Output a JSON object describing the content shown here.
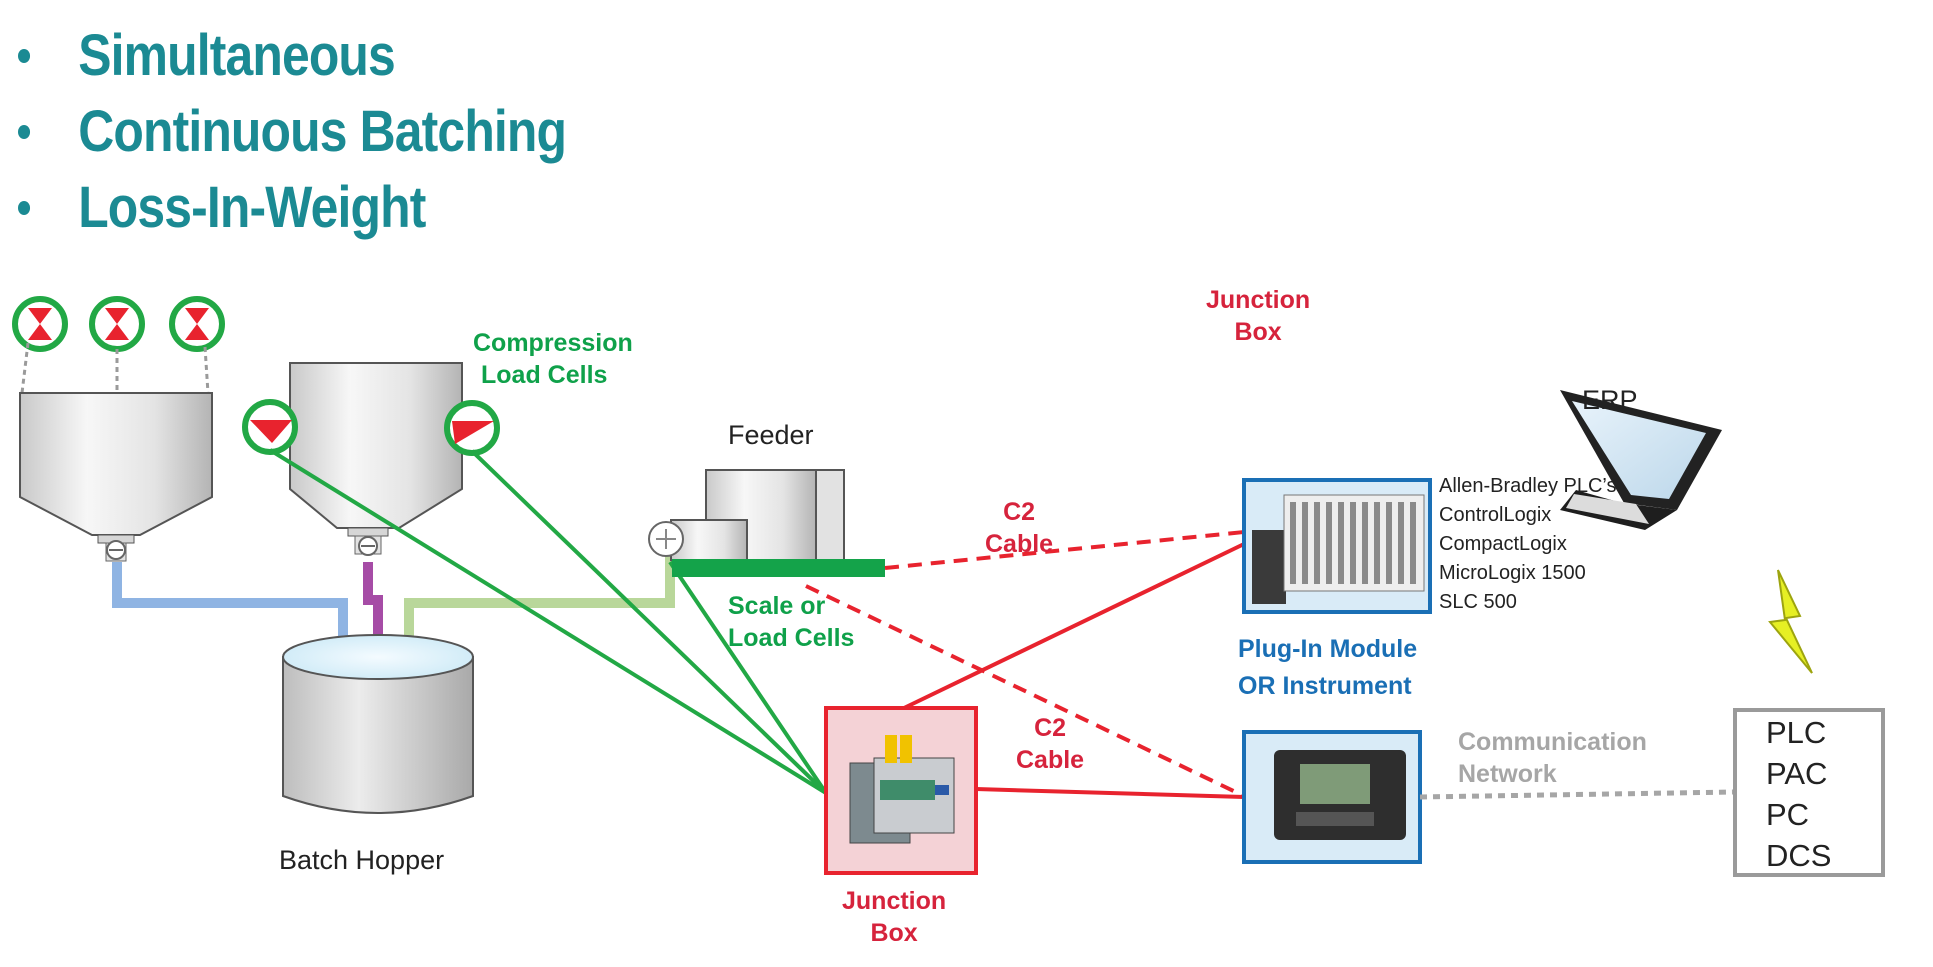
{
  "bullets": [
    "Simultaneous",
    "Continuous Batching",
    "Loss-In-Weight"
  ],
  "labels": {
    "compression_load_cells": [
      "Compression",
      "Load Cells"
    ],
    "feeder": "Feeder",
    "scale_load_cells": [
      "Scale or",
      "Load Cells"
    ],
    "batch_hopper": "Batch Hopper",
    "junction_box_top": [
      "Junction",
      "Box"
    ],
    "junction_box_bottom": [
      "Junction",
      "Box"
    ],
    "c2_cable_top": [
      "C2",
      "Cable"
    ],
    "c2_cable_mid": [
      "C2",
      "Cable"
    ],
    "plug_in_module": [
      "Plug-In Module",
      "OR Instrument"
    ],
    "communication_network": [
      "Communication",
      "Network"
    ],
    "erp": "ERP"
  },
  "plc_list": [
    "Allen-Bradley PLC’s",
    "ControlLogix",
    "CompactLogix",
    "MicroLogix 1500",
    "SLC 500"
  ],
  "system_list": [
    "PLC",
    "PAC",
    "PC",
    "DCS"
  ],
  "colors": {
    "title_teal": "#1b8a93",
    "label_green": "#0fa14a",
    "cable_red": "#e8232e",
    "junction_red": "#d6233c",
    "module_blue": "#1a6fb5",
    "pipe_blue": "#8fb4e3",
    "pipe_purple": "#a64ca6",
    "pipe_lightgreen": "#b9d79a",
    "network_gray": "#a6a6a6"
  }
}
